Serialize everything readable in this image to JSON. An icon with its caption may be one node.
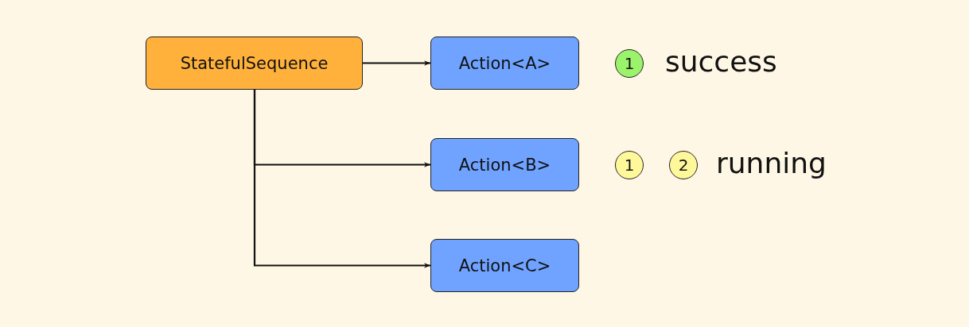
{
  "diagram": {
    "nodes": [
      {
        "text": [
          "StatefulSequence"
        ]
      },
      {
        "text": [
          "Action<A>"
        ]
      },
      {
        "text": [
          "Action<B>"
        ]
      },
      {
        "text": [
          "Action<C>"
        ]
      },
      {
        "text": [
          "1"
        ]
      },
      {
        "text": [
          "1"
        ]
      },
      {
        "text": [
          "2"
        ]
      }
    ],
    "edges": [
      {
        "from": 0,
        "to": 1,
        "arrow": "to"
      },
      {
        "from": 0,
        "to": 2,
        "arrow": "to"
      },
      {
        "from": 0,
        "to": 3,
        "arrow": "to"
      }
    ],
    "labels": [
      "success",
      "running"
    ]
  }
}
